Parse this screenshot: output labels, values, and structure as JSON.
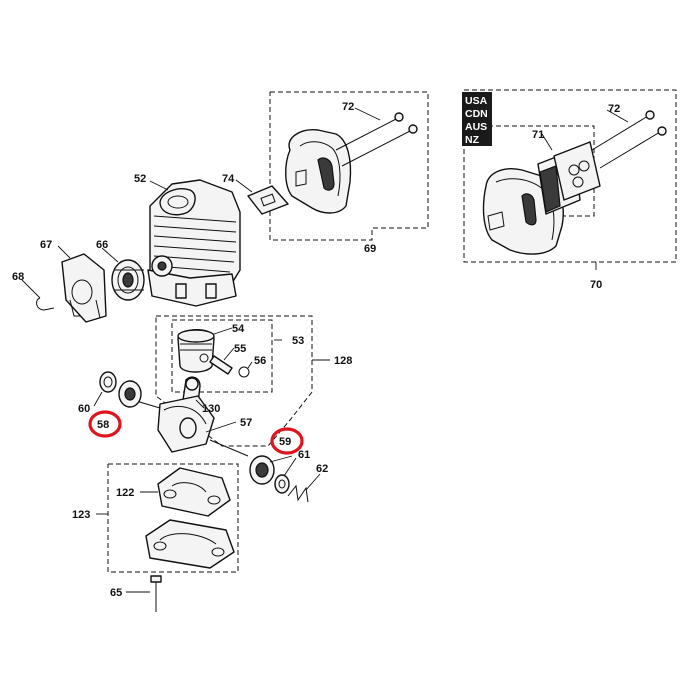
{
  "region_badge": [
    "USA",
    "CDN",
    "AUS",
    "NZ"
  ],
  "highlight_color": "#e0141e",
  "callouts": {
    "p52": "52",
    "p53": "53",
    "p54": "54",
    "p55": "55",
    "p56": "56",
    "p57": "57",
    "p58": "58",
    "p59": "59",
    "p60": "60",
    "p61": "61",
    "p62": "62",
    "p65": "65",
    "p66": "66",
    "p67": "67",
    "p68": "68",
    "p69": "69",
    "p70": "70",
    "p71": "71",
    "p72a": "72",
    "p72b": "72",
    "p74": "74",
    "p122": "122",
    "p123": "123",
    "p128": "128",
    "p130": "130"
  },
  "highlighted_parts": [
    "58",
    "59"
  ]
}
